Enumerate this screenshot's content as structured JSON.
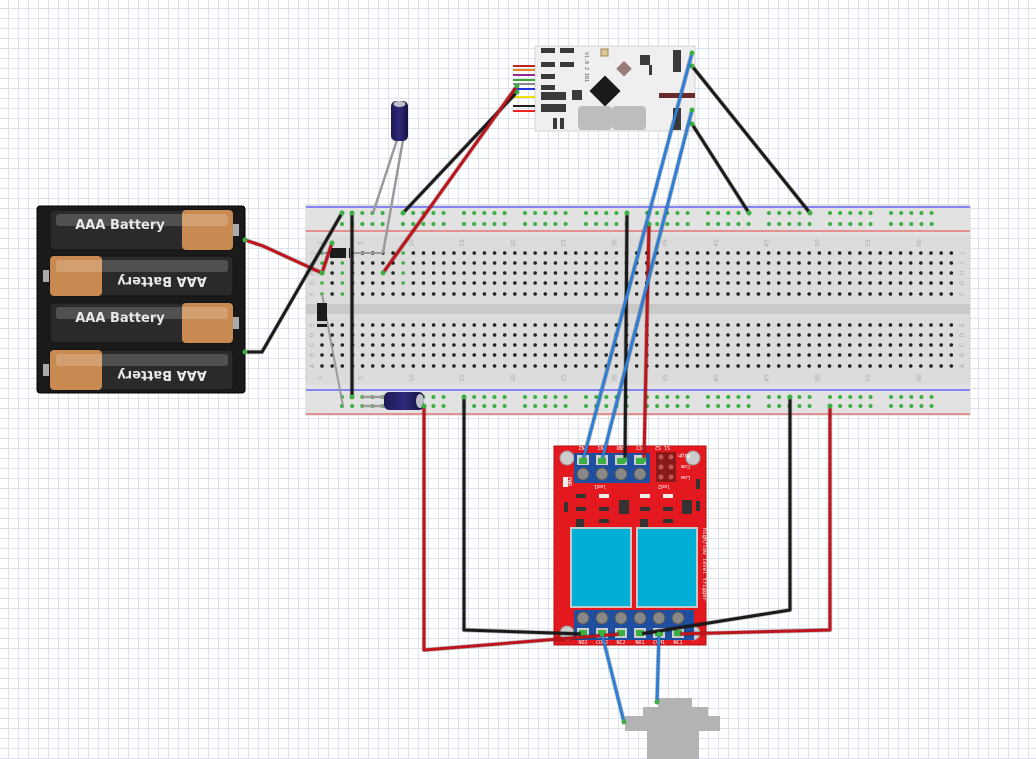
{
  "canvas": {
    "view": "breadboard",
    "background": "grid"
  },
  "colors": {
    "wire_red": "#c0141c",
    "wire_black": "#1a1a1a",
    "wire_blue": "#2f7fd6",
    "wire_gray": "#9a9a9a",
    "relay_board": "#e3191f",
    "relay_cube": "#00aed6",
    "terminal_blue": "#1f4fa0",
    "battery_tip": "#c98a52",
    "breadboard": "#e0e0e0",
    "rail_blue": "#3d3dff",
    "rail_red": "#e05050",
    "hole_connected": "#3cb043"
  },
  "battery_pack": {
    "name": "4x AAA battery holder",
    "cells": [
      {
        "label": "AAA Battery",
        "flipped": false
      },
      {
        "label": "AAA Battery",
        "flipped": true
      },
      {
        "label": "AAA Battery",
        "flipped": false
      },
      {
        "label": "AAA Battery",
        "flipped": true
      }
    ]
  },
  "breadboard": {
    "column_numbers": [
      "1",
      "5",
      "10",
      "15",
      "20",
      "25",
      "30",
      "35",
      "40",
      "45",
      "50",
      "55",
      "60"
    ],
    "row_letters_top": [
      "J",
      "I",
      "H",
      "G",
      "F"
    ],
    "row_letters_bottom": [
      "E",
      "D",
      "C",
      "B",
      "A"
    ]
  },
  "controller_board": {
    "name": "micro controller board",
    "silkscreen": "V1.0 2 IN1"
  },
  "relay_module": {
    "name": "2-channel relay module",
    "top_pins": [
      "IN2",
      "IN1",
      "GND",
      "VCC"
    ],
    "jumper_labels": [
      "High",
      "Com",
      "Low"
    ],
    "jumper_header": "S1 S2",
    "led_labels": [
      "led1",
      "led2"
    ],
    "pwr_label": "PWR",
    "side_label": "high/low level trigger",
    "bottom_pins": [
      "NO2",
      "COM2",
      "NC2",
      "NO1",
      "COM1",
      "NC1"
    ]
  },
  "motor": {
    "name": "motor / actuator"
  }
}
